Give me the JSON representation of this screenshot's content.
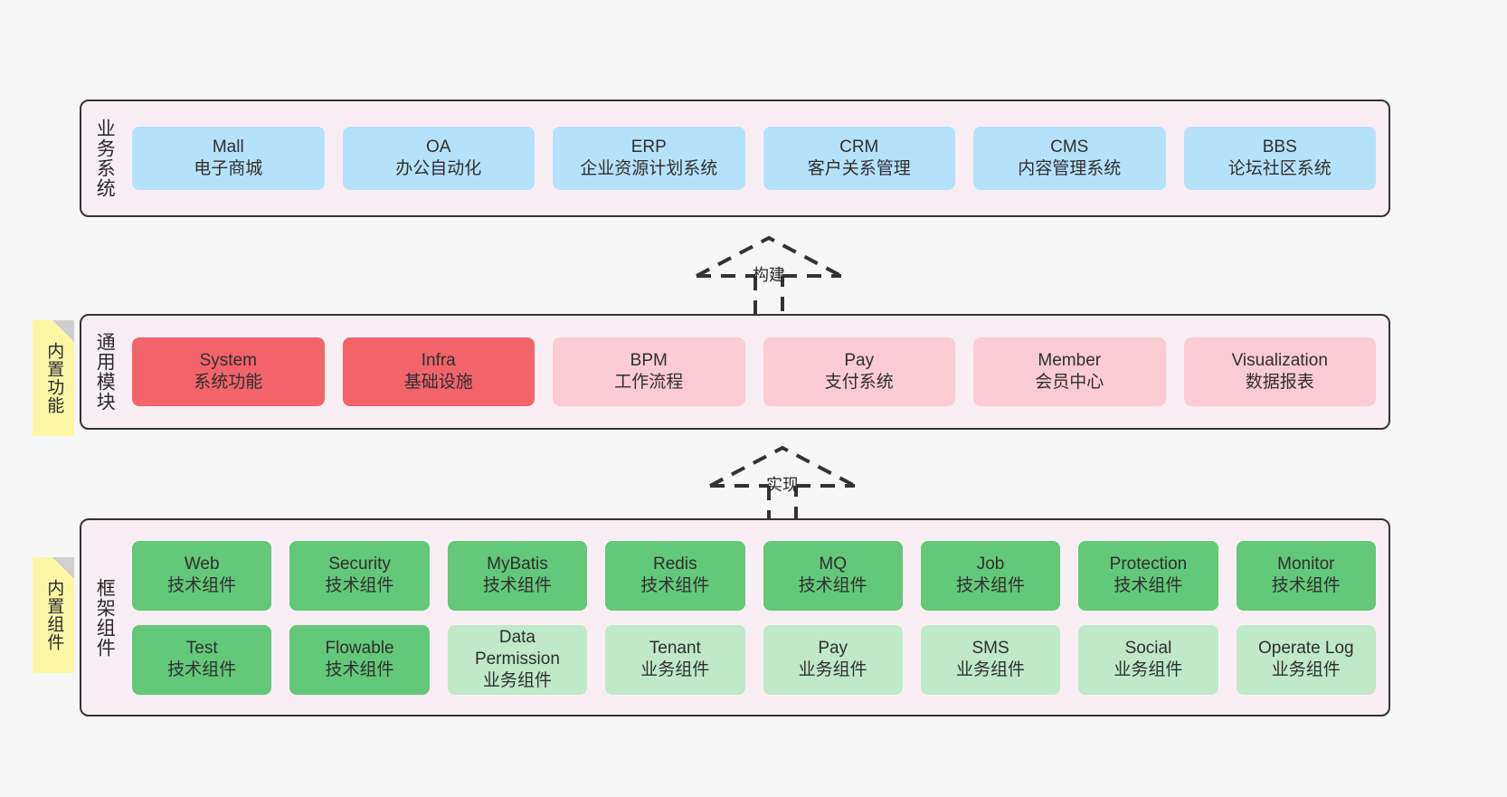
{
  "sections": [
    {
      "id": "business",
      "title": "业务系统",
      "sticky": null,
      "rows": [
        {
          "cards": [
            {
              "style": "blue",
              "lines": [
                "Mall",
                "电子商城"
              ]
            },
            {
              "style": "blue",
              "lines": [
                "OA",
                "办公自动化"
              ]
            },
            {
              "style": "blue",
              "lines": [
                "ERP",
                "企业资源计划系统"
              ]
            },
            {
              "style": "blue",
              "lines": [
                "CRM",
                "客户关系管理"
              ]
            },
            {
              "style": "blue",
              "lines": [
                "CMS",
                "内容管理系统"
              ]
            },
            {
              "style": "blue",
              "lines": [
                "BBS",
                "论坛社区系统"
              ]
            }
          ]
        }
      ]
    },
    {
      "id": "common",
      "title": "通用模块",
      "sticky": "内置功能",
      "rows": [
        {
          "cards": [
            {
              "style": "red",
              "lines": [
                "System",
                "系统功能"
              ]
            },
            {
              "style": "red",
              "lines": [
                "Infra",
                "基础设施"
              ]
            },
            {
              "style": "pink",
              "lines": [
                "BPM",
                "工作流程"
              ]
            },
            {
              "style": "pink",
              "lines": [
                "Pay",
                "支付系统"
              ]
            },
            {
              "style": "pink",
              "lines": [
                "Member",
                "会员中心"
              ]
            },
            {
              "style": "pink",
              "lines": [
                "Visualization",
                "数据报表"
              ]
            }
          ]
        }
      ]
    },
    {
      "id": "framework",
      "title": "框架组件",
      "sticky": "内置组件",
      "rows": [
        {
          "cards": [
            {
              "style": "green",
              "lines": [
                "Web",
                "技术组件"
              ]
            },
            {
              "style": "green",
              "lines": [
                "Security",
                "技术组件"
              ]
            },
            {
              "style": "green",
              "lines": [
                "MyBatis",
                "技术组件"
              ]
            },
            {
              "style": "green",
              "lines": [
                "Redis",
                "技术组件"
              ]
            },
            {
              "style": "green",
              "lines": [
                "MQ",
                "技术组件"
              ]
            },
            {
              "style": "green",
              "lines": [
                "Job",
                "技术组件"
              ]
            },
            {
              "style": "green",
              "lines": [
                "Protection",
                "技术组件"
              ]
            },
            {
              "style": "green",
              "lines": [
                "Monitor",
                "技术组件"
              ]
            }
          ]
        },
        {
          "cards": [
            {
              "style": "green",
              "lines": [
                "Test",
                "技术组件"
              ]
            },
            {
              "style": "green",
              "lines": [
                "Flowable",
                "技术组件"
              ]
            },
            {
              "style": "greenlight",
              "lines": [
                "Data",
                "Permission",
                "业务组件"
              ]
            },
            {
              "style": "greenlight",
              "lines": [
                "Tenant",
                "业务组件"
              ]
            },
            {
              "style": "greenlight",
              "lines": [
                "Pay",
                "业务组件"
              ]
            },
            {
              "style": "greenlight",
              "lines": [
                "SMS",
                "业务组件"
              ]
            },
            {
              "style": "greenlight",
              "lines": [
                "Social",
                "业务组件"
              ]
            },
            {
              "style": "greenlight",
              "lines": [
                "Operate Log",
                "业务组件"
              ]
            }
          ]
        }
      ]
    }
  ],
  "arrows": [
    {
      "id": "build",
      "label": "构建"
    },
    {
      "id": "impl",
      "label": "实现"
    }
  ],
  "colors": {
    "panel_background": "#faeef5",
    "panel_border": "#333333",
    "blue": "#b5e2fb",
    "red": "#f2646a",
    "pink": "#fccbd3",
    "green": "#63c878",
    "green_light": "#bfe9c8",
    "sticky_yellow": "#fbf7a5",
    "sticky_fold": "#cfcfcf",
    "canvas": "#f7f7f7"
  }
}
